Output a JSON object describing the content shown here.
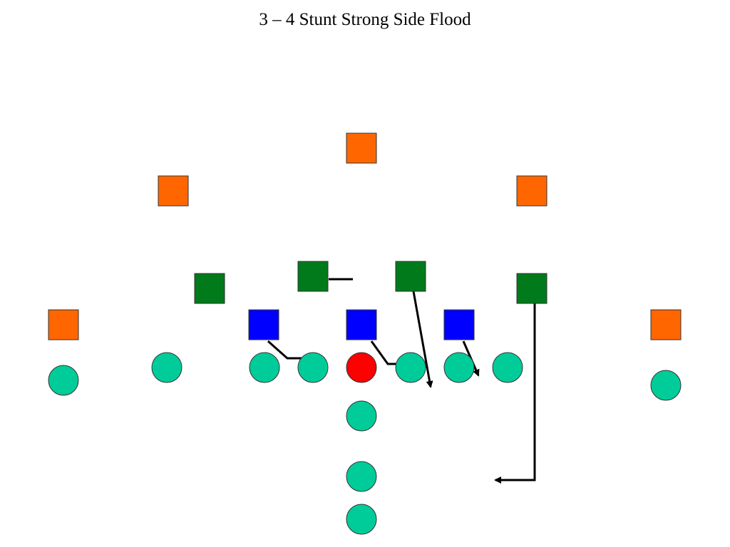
{
  "slide": {
    "title": "3 – 4 Stunt Strong Side Flood"
  },
  "legend_colors": {
    "secondary": "#ff6600",
    "linebacker": "#007a1a",
    "lineman": "#0000ff",
    "offense_player": "#00cc99",
    "center": "#ff0000",
    "route_line": "#000000"
  },
  "defense": {
    "secondary": [
      "square",
      "square",
      "square",
      "square",
      "square"
    ],
    "linebackers": [
      "square",
      "square",
      "square",
      "square"
    ],
    "linemen": [
      "square",
      "square",
      "square"
    ]
  },
  "offense": {
    "players": [
      "circle",
      "circle",
      "circle",
      "circle",
      "circle",
      "circle",
      "circle",
      "circle",
      "circle",
      "circle",
      "circle"
    ],
    "ball_carrier_highlight": "center"
  }
}
